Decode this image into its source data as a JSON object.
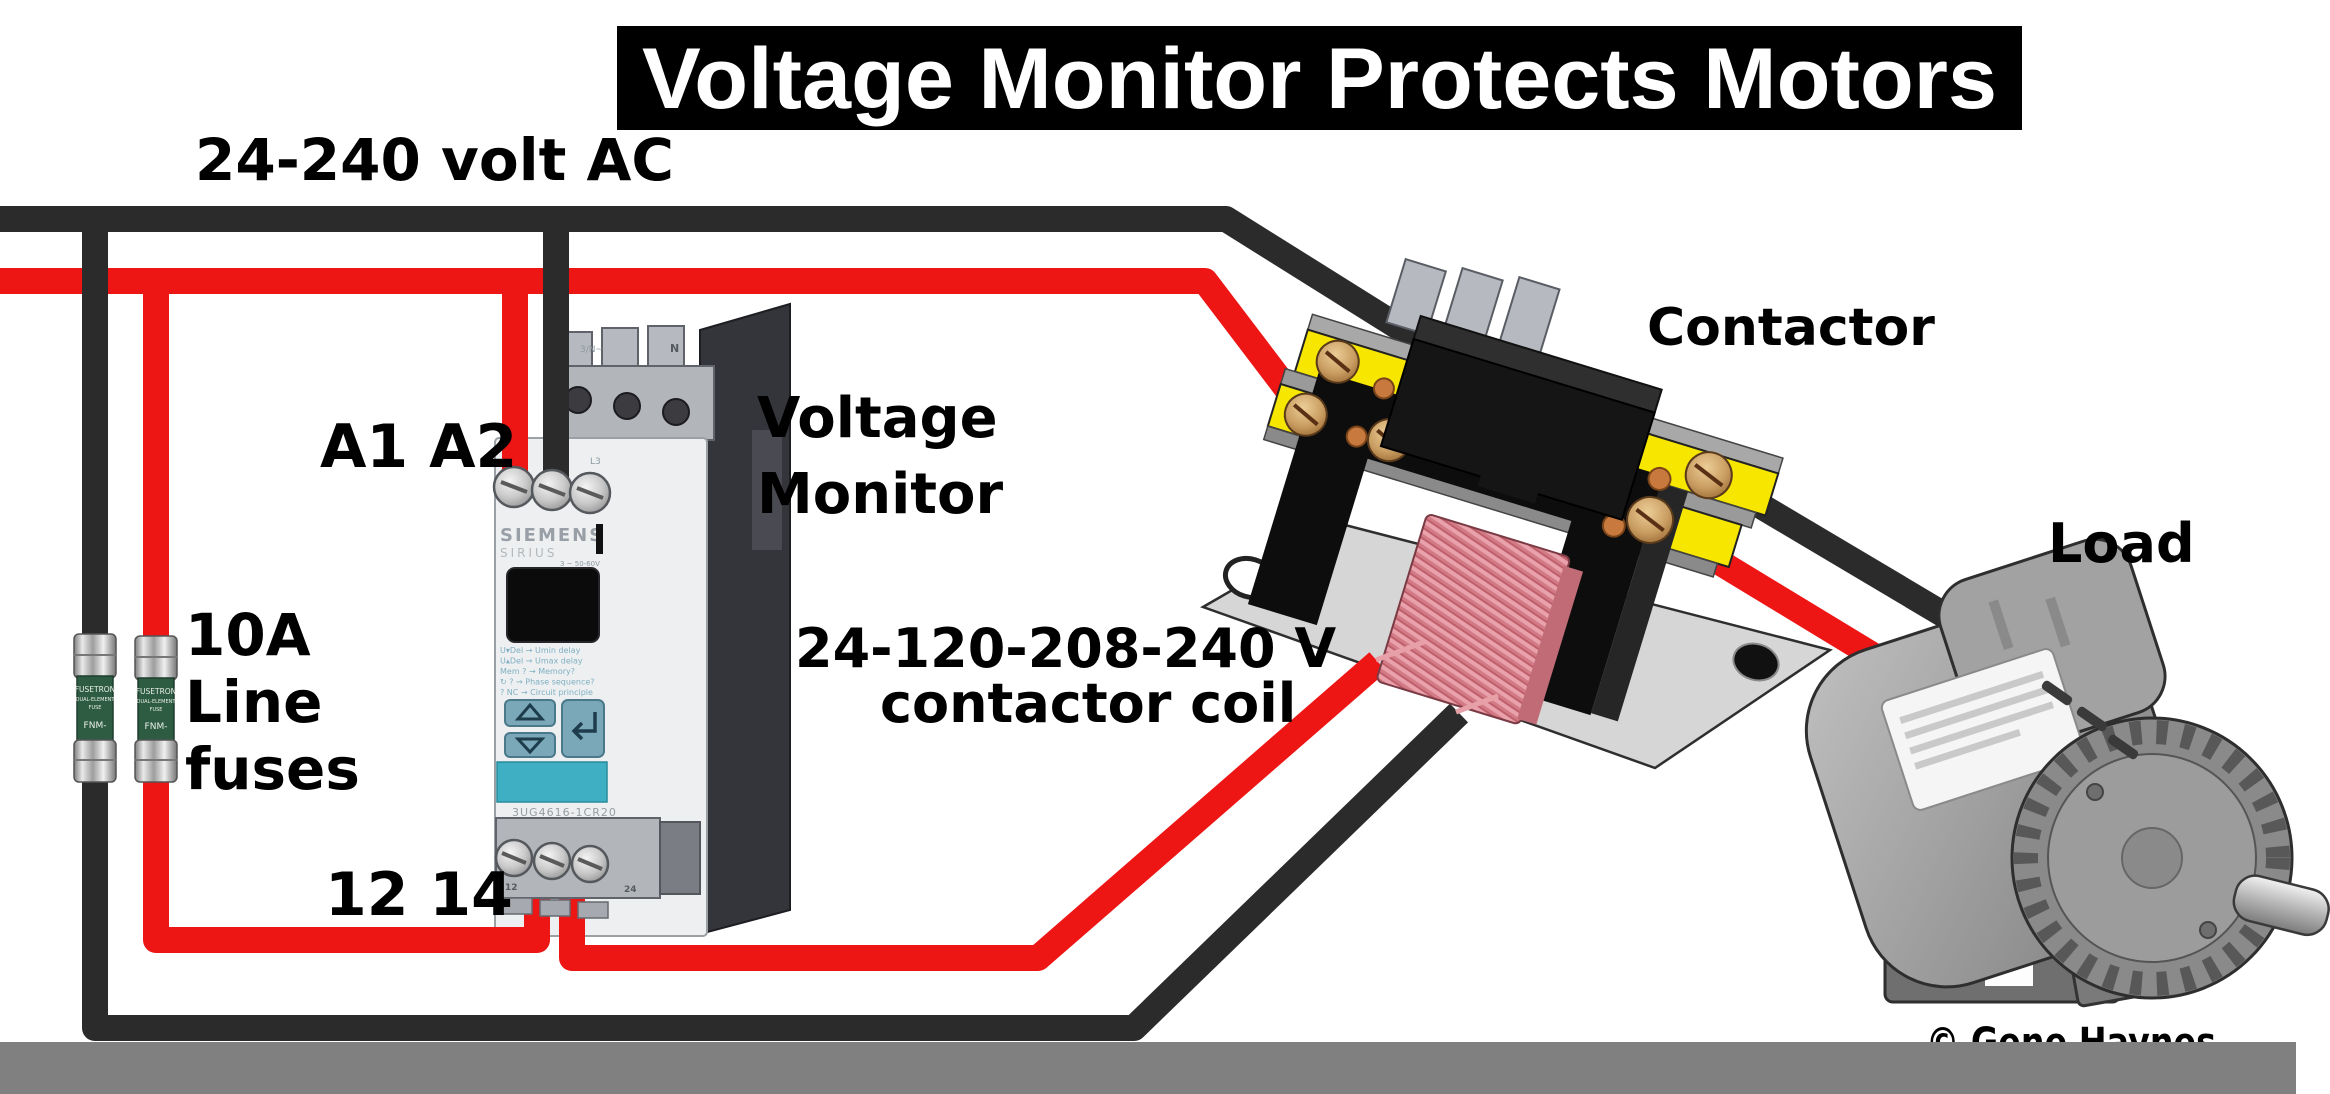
{
  "title": "Voltage Monitor Protects Motors",
  "labels": {
    "supply": "24-240 volt AC",
    "monitor_terminals_top": "A1 A2",
    "monitor_terminals_bottom": "12 14",
    "fuse_lines": [
      "10A",
      "Line",
      "fuses"
    ],
    "monitor_name_lines": [
      "Voltage",
      "Monitor"
    ],
    "coil_lines": [
      "24-120-208-240 V",
      "contactor coil"
    ],
    "contactor": "Contactor",
    "load": "Load",
    "copyright": "© Gene Haynes"
  },
  "monitor_device": {
    "brand": "SIEMENS",
    "series": "SIRIUS",
    "rating": "3 ~ 50-60V",
    "model": "3UG4616-1CR20",
    "config_lines": [
      "U▾Del → Umin delay",
      "U▴Del → Umax delay",
      "Mem ? → Memory?",
      "↻ ? → Phase sequence?",
      "? NC → Circuit principle"
    ],
    "terminal_labels": {
      "top_left": "3/N~",
      "top_right": "N",
      "l3": "L3",
      "bottom_left": "12",
      "bottom_right": "24"
    }
  },
  "fuse": {
    "text_lines": [
      "FUSETRON",
      "DUAL-ELEMENT",
      "FUSE",
      "FNM-"
    ]
  },
  "colors": {
    "wire_red": "#ee1515",
    "wire_black": "#2b2b2b",
    "terminal_yellow": "#f6e600",
    "coil_pink": "#dc8b95",
    "button_teal": "#7ba8b8",
    "band_cyan": "#3fafc4",
    "footer_gray": "#808080",
    "title_bg": "#000000"
  }
}
